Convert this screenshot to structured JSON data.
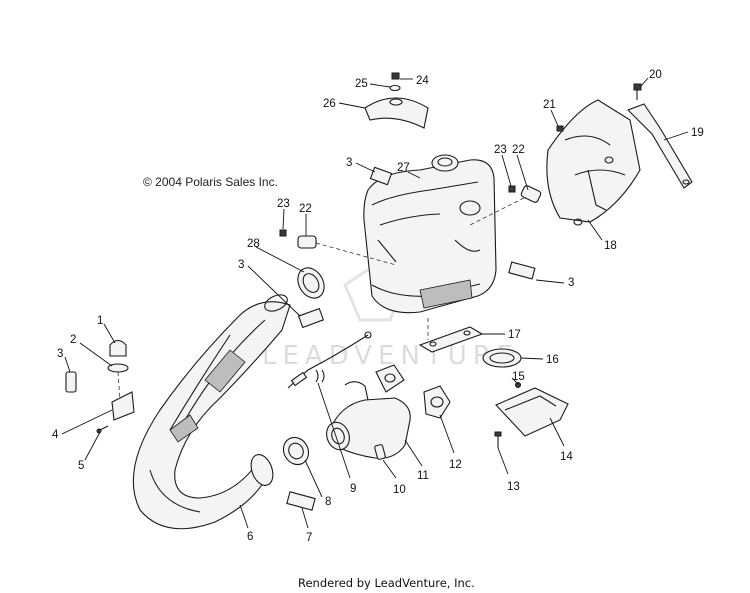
{
  "copyright": "© 2004 Polaris Sales Inc.",
  "footer": "Rendered by LeadVenture, Inc.",
  "watermark": "LEADVENTURE",
  "callouts": [
    "1",
    "2",
    "3",
    "3",
    "3",
    "3",
    "4",
    "5",
    "6",
    "7",
    "8",
    "9",
    "10",
    "11",
    "12",
    "13",
    "14",
    "15",
    "16",
    "17",
    "18",
    "19",
    "20",
    "21",
    "22",
    "22",
    "23",
    "23",
    "24",
    "25",
    "26",
    "27",
    "28"
  ]
}
